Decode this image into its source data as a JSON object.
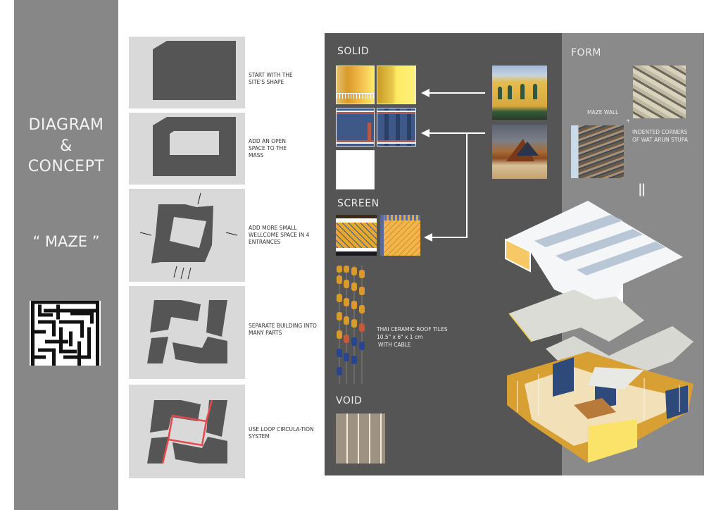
{
  "sidebar": {
    "title_line1": "DIAGRAM",
    "title_line2": "&",
    "title_line3": "CONCEPT",
    "concept_name": "“ MAZE ”",
    "maze_icon": "maze-icon"
  },
  "steps": [
    {
      "caption": "START WITH THE SITE'S SHAPE"
    },
    {
      "caption": "ADD AN OPEN SPACE TO THE MASS"
    },
    {
      "caption": "ADD MORE SMALL WELLCOME SPACE IN 4 ENTRANCES"
    },
    {
      "caption": "SEPARATE BUILDING INTO MANY PARTS"
    },
    {
      "caption": "USE LOOP CIRCULA-TION SYSTEM"
    }
  ],
  "materials": {
    "solid_title": "SOLID",
    "screen_title": "SCREEN",
    "void_title": "VOID",
    "tiles_label_line1": "THAI CERAMIC ROOF TILES",
    "tiles_label_line2": "10.5\" x 6\" x 1 cm",
    "tiles_label_line3": "WITH CABLE"
  },
  "form": {
    "title": "FORM",
    "maze_wall_label": "MAZE WALL",
    "plus": "+",
    "stupa_label_line1": "INDENTED CORNERS",
    "stupa_label_line2": "OF WAT ARUN STUPA",
    "equals": "||"
  },
  "colors": {
    "sidebar_bg": "#878787",
    "card_bg": "#d9d9d9",
    "mass": "#555555",
    "circulation": "#e8474a",
    "panel_dark": "#555555",
    "panel_light": "#8a8a8a",
    "yellow": "#f6d35a",
    "blue": "#2d4a7a",
    "orange": "#d8a032"
  }
}
